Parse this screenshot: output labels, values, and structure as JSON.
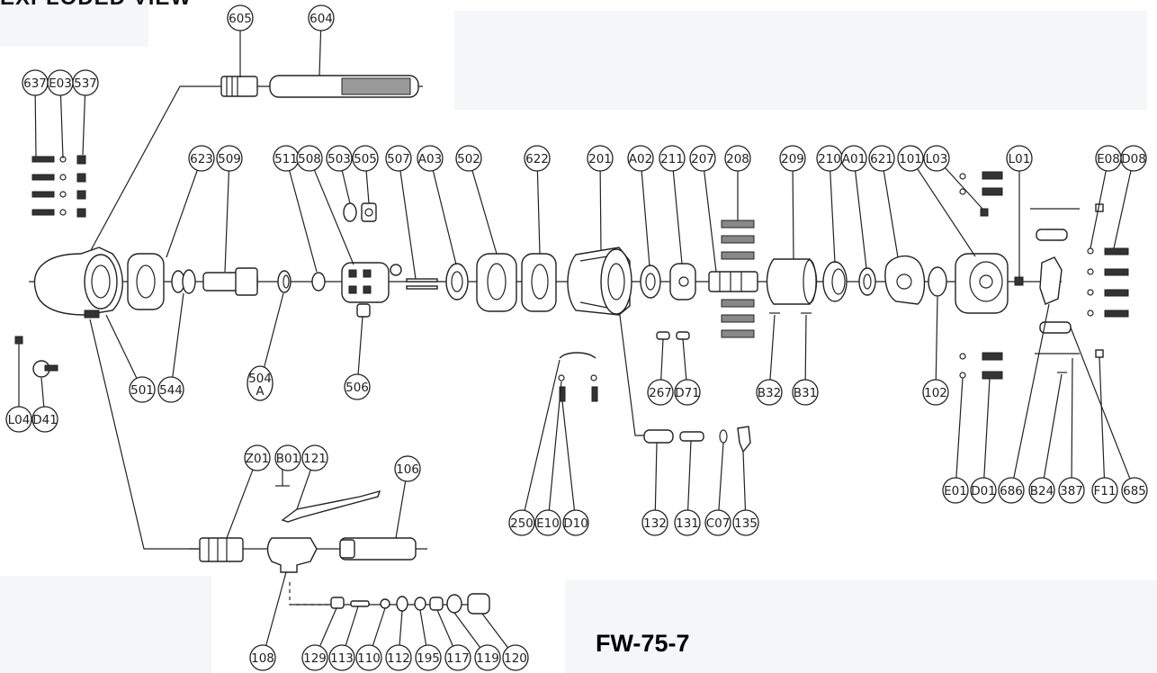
{
  "header": {
    "text": "EXPLODED VIEW"
  },
  "model": {
    "label": "FW-75-7"
  },
  "colors": {
    "ink": "#222222",
    "background": "#ffffff",
    "panel_tint": "#f5f6f8"
  },
  "callouts": [
    {
      "id": "c-605",
      "label": "605"
    },
    {
      "id": "c-604",
      "label": "604"
    },
    {
      "id": "c-637",
      "label": "637"
    },
    {
      "id": "c-E03",
      "label": "E03"
    },
    {
      "id": "c-537",
      "label": "537"
    },
    {
      "id": "c-623",
      "label": "623"
    },
    {
      "id": "c-509",
      "label": "509"
    },
    {
      "id": "c-511",
      "label": "511"
    },
    {
      "id": "c-508",
      "label": "508"
    },
    {
      "id": "c-503",
      "label": "503"
    },
    {
      "id": "c-505",
      "label": "505"
    },
    {
      "id": "c-507",
      "label": "507"
    },
    {
      "id": "c-A03",
      "label": "A03"
    },
    {
      "id": "c-502",
      "label": "502"
    },
    {
      "id": "c-622",
      "label": "622"
    },
    {
      "id": "c-201",
      "label": "201"
    },
    {
      "id": "c-A02",
      "label": "A02"
    },
    {
      "id": "c-211",
      "label": "211"
    },
    {
      "id": "c-207",
      "label": "207"
    },
    {
      "id": "c-208",
      "label": "208"
    },
    {
      "id": "c-209",
      "label": "209"
    },
    {
      "id": "c-210",
      "label": "210"
    },
    {
      "id": "c-A01",
      "label": "A01"
    },
    {
      "id": "c-621",
      "label": "621"
    },
    {
      "id": "c-101",
      "label": "101"
    },
    {
      "id": "c-L03",
      "label": "L03"
    },
    {
      "id": "c-L01",
      "label": "L01"
    },
    {
      "id": "c-E08",
      "label": "E08"
    },
    {
      "id": "c-D08",
      "label": "D08"
    },
    {
      "id": "c-501",
      "label": "501"
    },
    {
      "id": "c-544",
      "label": "544"
    },
    {
      "id": "c-504A",
      "label": "504",
      "sub": "A"
    },
    {
      "id": "c-506",
      "label": "506"
    },
    {
      "id": "c-267",
      "label": "267"
    },
    {
      "id": "c-D71",
      "label": "D71"
    },
    {
      "id": "c-B32",
      "label": "B32"
    },
    {
      "id": "c-B31",
      "label": "B31"
    },
    {
      "id": "c-102",
      "label": "102"
    },
    {
      "id": "c-L04",
      "label": "L04"
    },
    {
      "id": "c-D41",
      "label": "D41"
    },
    {
      "id": "c-Z01",
      "label": "Z01"
    },
    {
      "id": "c-B01",
      "label": "B01"
    },
    {
      "id": "c-121",
      "label": "121"
    },
    {
      "id": "c-106",
      "label": "106"
    },
    {
      "id": "c-250",
      "label": "250"
    },
    {
      "id": "c-E10",
      "label": "E10"
    },
    {
      "id": "c-D10",
      "label": "D10"
    },
    {
      "id": "c-132",
      "label": "132"
    },
    {
      "id": "c-131",
      "label": "131"
    },
    {
      "id": "c-C07",
      "label": "C07"
    },
    {
      "id": "c-135",
      "label": "135"
    },
    {
      "id": "c-E01",
      "label": "E01"
    },
    {
      "id": "c-D01",
      "label": "D01"
    },
    {
      "id": "c-686",
      "label": "686"
    },
    {
      "id": "c-B24",
      "label": "B24"
    },
    {
      "id": "c-387",
      "label": "387"
    },
    {
      "id": "c-F11",
      "label": "F11"
    },
    {
      "id": "c-685",
      "label": "685"
    },
    {
      "id": "c-108",
      "label": "108"
    },
    {
      "id": "c-129",
      "label": "129"
    },
    {
      "id": "c-113",
      "label": "113"
    },
    {
      "id": "c-110",
      "label": "110"
    },
    {
      "id": "c-112",
      "label": "112"
    },
    {
      "id": "c-195",
      "label": "195"
    },
    {
      "id": "c-117",
      "label": "117"
    },
    {
      "id": "c-119",
      "label": "119"
    },
    {
      "id": "c-120",
      "label": "120"
    }
  ]
}
